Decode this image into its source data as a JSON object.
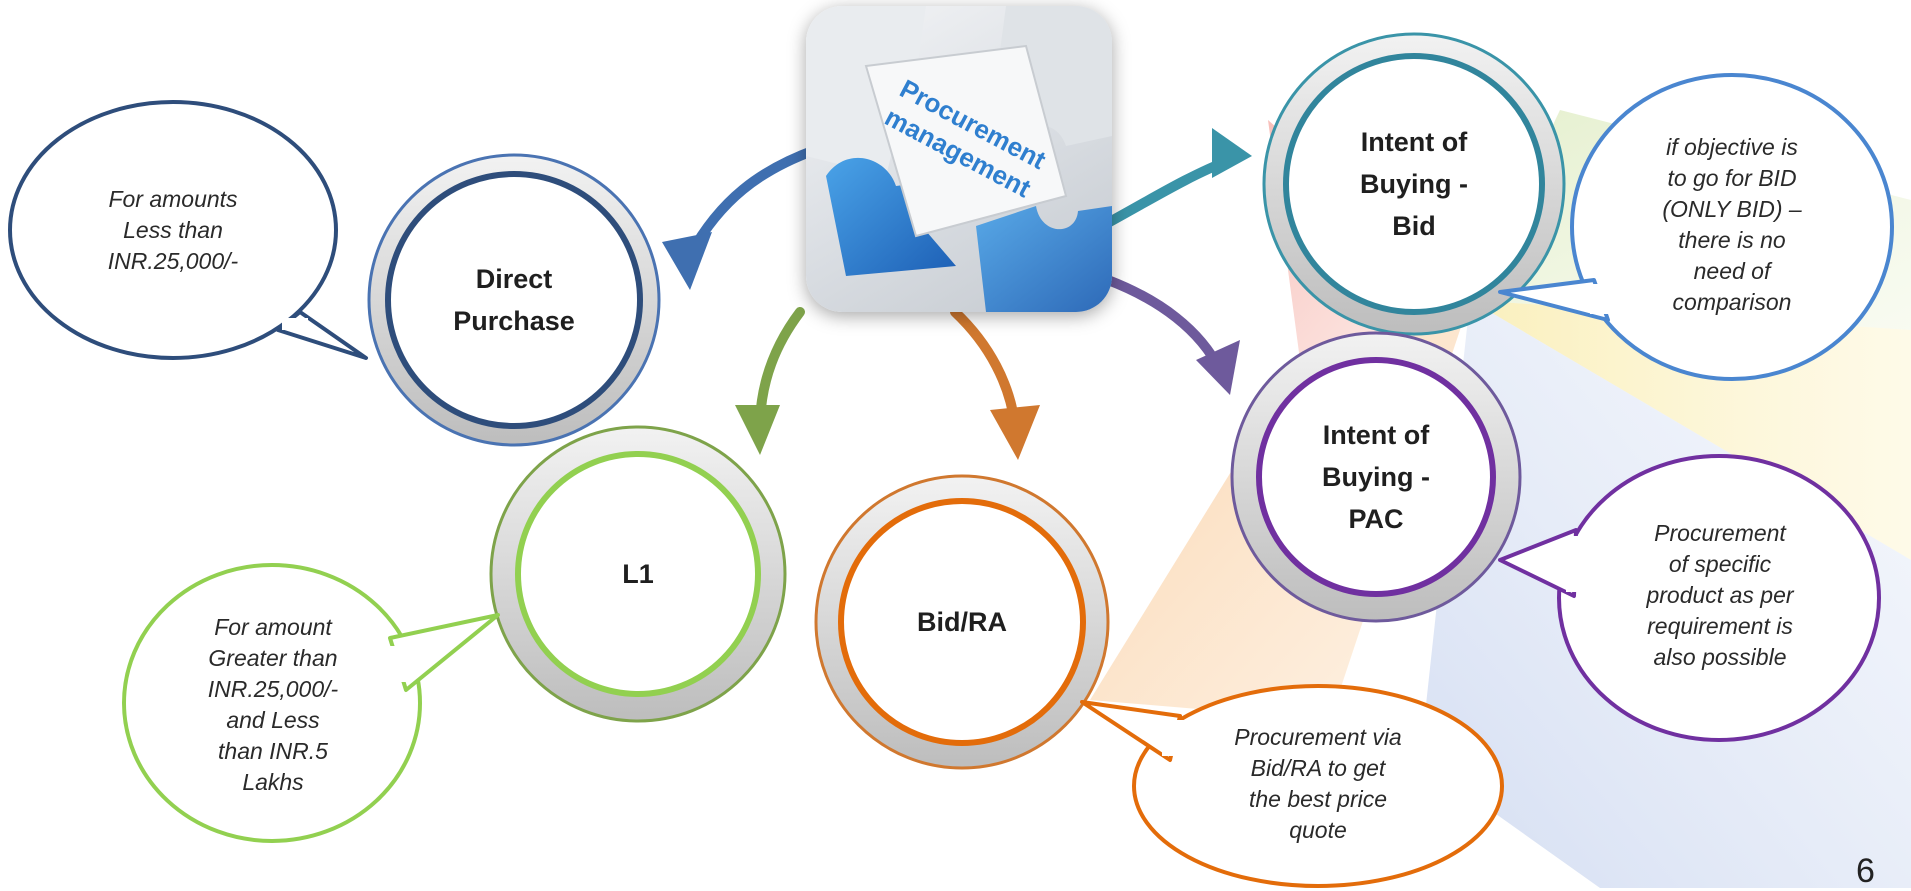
{
  "center": {
    "label_line1": "Procurement",
    "label_line2": "management",
    "icon": "puzzle-pieces-icon"
  },
  "nodes": {
    "direct_purchase": {
      "line1": "Direct",
      "line2": "Purchase",
      "color": "#2E4D7B"
    },
    "l1": {
      "label": "L1",
      "color": "#92D050"
    },
    "bid_ra": {
      "label": "Bid/RA",
      "color": "#E36C0A"
    },
    "intent_bid": {
      "line1": "Intent of",
      "line2": "Buying -",
      "line3": "Bid",
      "color": "#31859C"
    },
    "intent_pac": {
      "line1": "Intent of",
      "line2": "Buying -",
      "line3": "PAC",
      "color": "#7030A0"
    }
  },
  "callouts": {
    "direct_purchase": {
      "lines": [
        "For amounts",
        "Less than",
        "INR.25,000/-"
      ],
      "color": "#2E4D7B"
    },
    "l1": {
      "lines": [
        "For amount",
        "Greater than",
        "INR.25,000/-",
        "and Less",
        "than INR.5",
        "Lakhs"
      ],
      "color": "#92D050"
    },
    "bid_ra": {
      "lines": [
        "Procurement via",
        "Bid/RA to get",
        "the best price",
        "quote"
      ],
      "color": "#E36C0A"
    },
    "intent_bid": {
      "lines": [
        "if objective is",
        "to go for BID",
        "(ONLY BID) –",
        "there is no",
        "need of",
        "comparison"
      ],
      "color": "#4A86D0"
    },
    "intent_pac": {
      "lines": [
        "Procurement",
        "of specific",
        "product as per",
        "requirement is",
        "also possible"
      ],
      "color": "#7030A0"
    }
  },
  "page_number": "6"
}
